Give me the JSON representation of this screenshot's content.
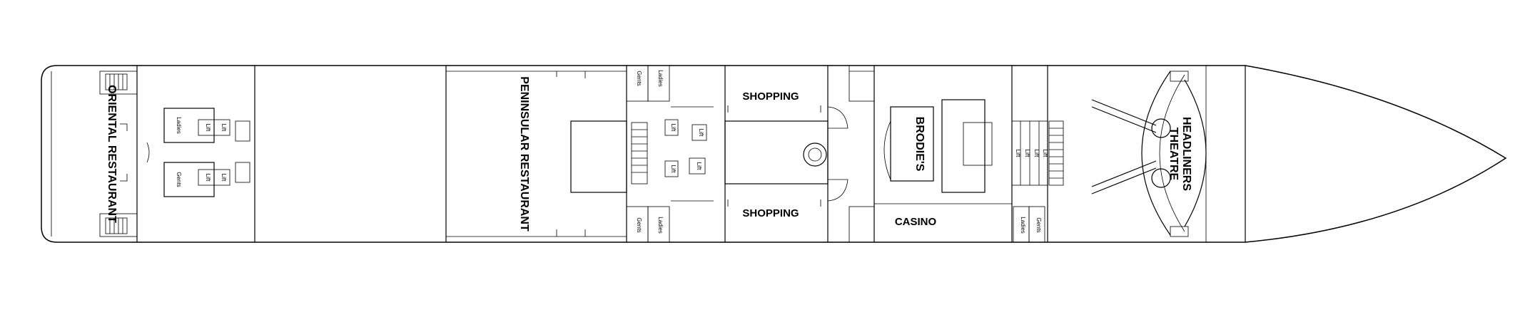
{
  "labels": {
    "oriental_restaurant": "ORIENTAL RESTAURANT",
    "peninsular_restaurant": "PENINSULAR RESTAURANT",
    "shopping_top": "SHOPPING",
    "shopping_bottom": "SHOPPING",
    "brodies": "BRODIE'S",
    "casino": "CASINO",
    "headliners_theatre_line1": "HEADLINERS",
    "headliners_theatre_line2": "THEATRE"
  },
  "small_labels": {
    "ladies": "Ladies",
    "gents": "Gents",
    "lift": "Lift"
  },
  "colors": {
    "line": "#000000",
    "background": "#ffffff"
  }
}
